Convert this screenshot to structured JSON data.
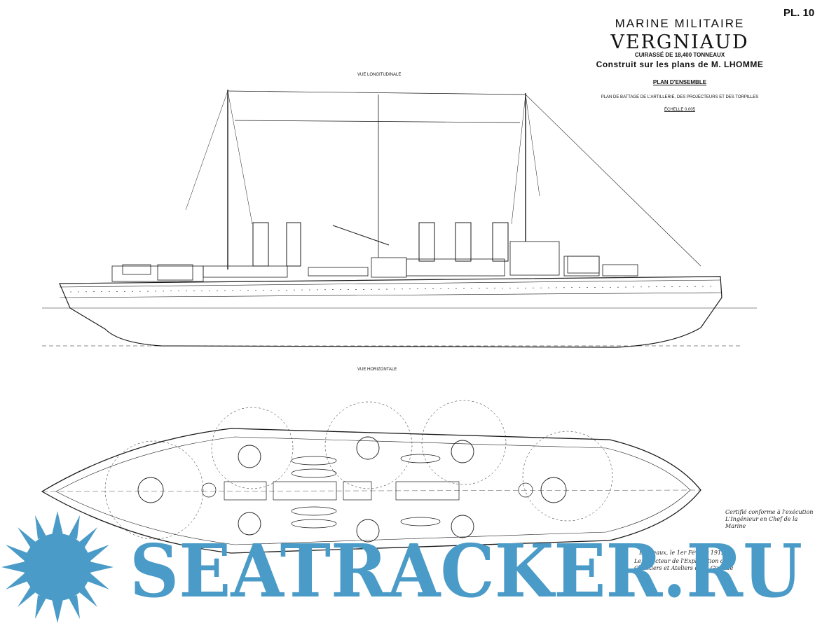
{
  "plate": {
    "number": "PL. 10"
  },
  "title_block": {
    "line1": "MARINE MILITAIRE",
    "ship_name": "VERGNIAUD",
    "subtitle": "CUIRASSÉ DE 18,400 TONNEAUX",
    "designer": "Construit sur les plans de M. LHOMME",
    "plan_type": "PLAN D'ENSEMBLE",
    "description": "PLAN DE BATTAGE DE L'ARTILLERIE, DES PROJECTEURS ET DES TORPILLES",
    "scale": "ÉCHELLE 0.005"
  },
  "views": {
    "longitudinal": "VUE LONGITUDINALE",
    "horizontal": "VUE HORIZONTALE"
  },
  "notes": {
    "certification": "Certifié conforme à l'exécution\nL'Ingénieur en Chef de la Marine",
    "place_date": "Bordeaux, le 1er Février 1912",
    "director": "Le Directeur de l'Exploitation des\nChantiers et Ateliers de la Gironde"
  },
  "watermark": {
    "text": "SEATRACKER.RU",
    "color": "#4a9bc7"
  },
  "colors": {
    "ink": "#1a1a1a",
    "paper": "#ffffff"
  }
}
